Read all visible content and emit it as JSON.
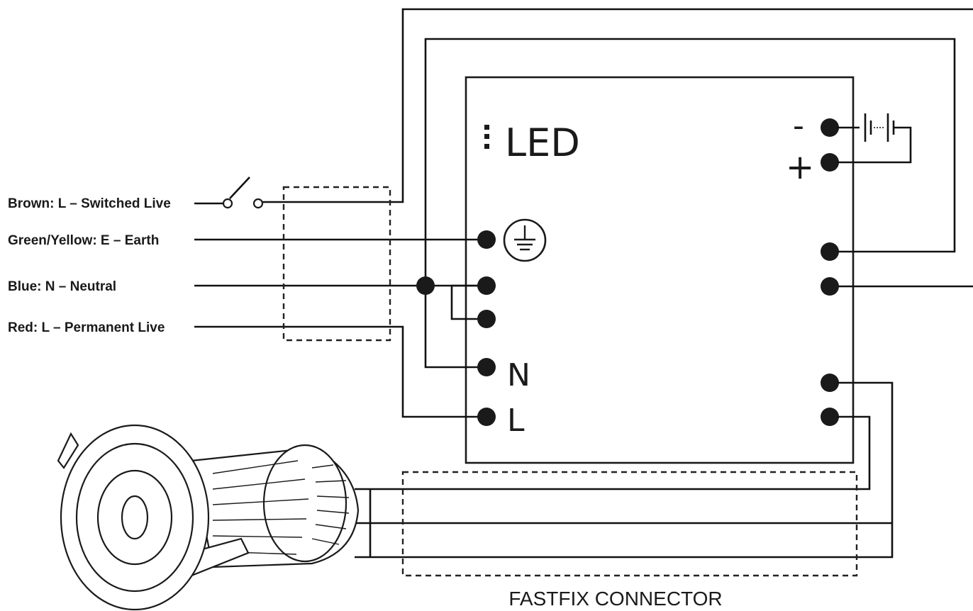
{
  "labels": {
    "switched_live": "Brown: L – Switched Live",
    "earth": "Green/Yellow: E – Earth",
    "neutral": "Blue: N – Neutral",
    "permanent_live": "Red: L – Permanent Live"
  },
  "driver": {
    "title": "LED",
    "terminal_n": "N",
    "terminal_l": "L",
    "battery_minus": "-",
    "battery_plus": "+"
  },
  "connector": {
    "caption": "FASTFIX CONNECTOR"
  }
}
